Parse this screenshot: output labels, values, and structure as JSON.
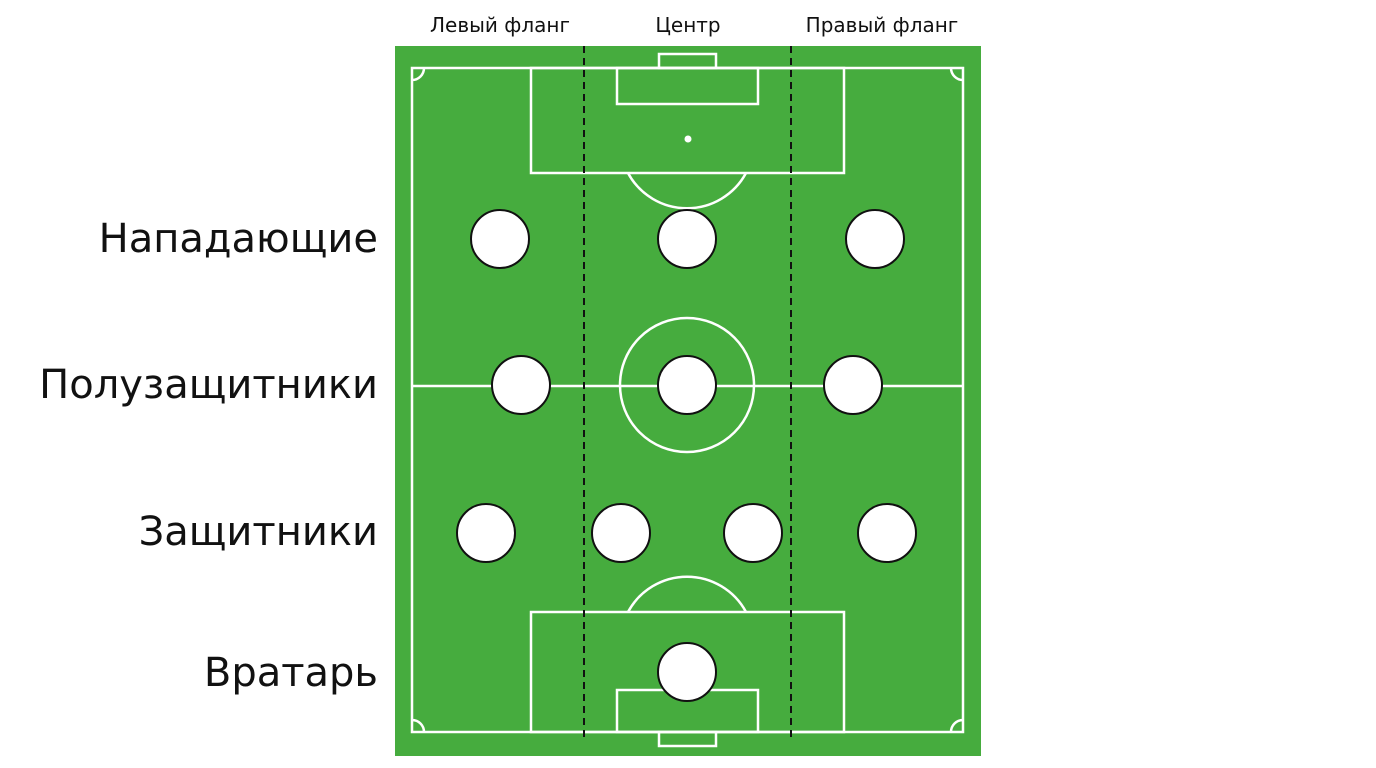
{
  "zones": {
    "left": "Левый фланг",
    "center": "Центр",
    "right": "Правый фланг"
  },
  "rows": {
    "forwards": "Нападающие",
    "midfielders": "Полузащитники",
    "defenders": "Защитники",
    "goalkeeper": "Вратарь"
  },
  "colors": {
    "pitch": "#46ac3e",
    "lines": "#ffffff",
    "player_fill": "#ffffff",
    "player_stroke": "#111111",
    "divider": "#111111"
  }
}
